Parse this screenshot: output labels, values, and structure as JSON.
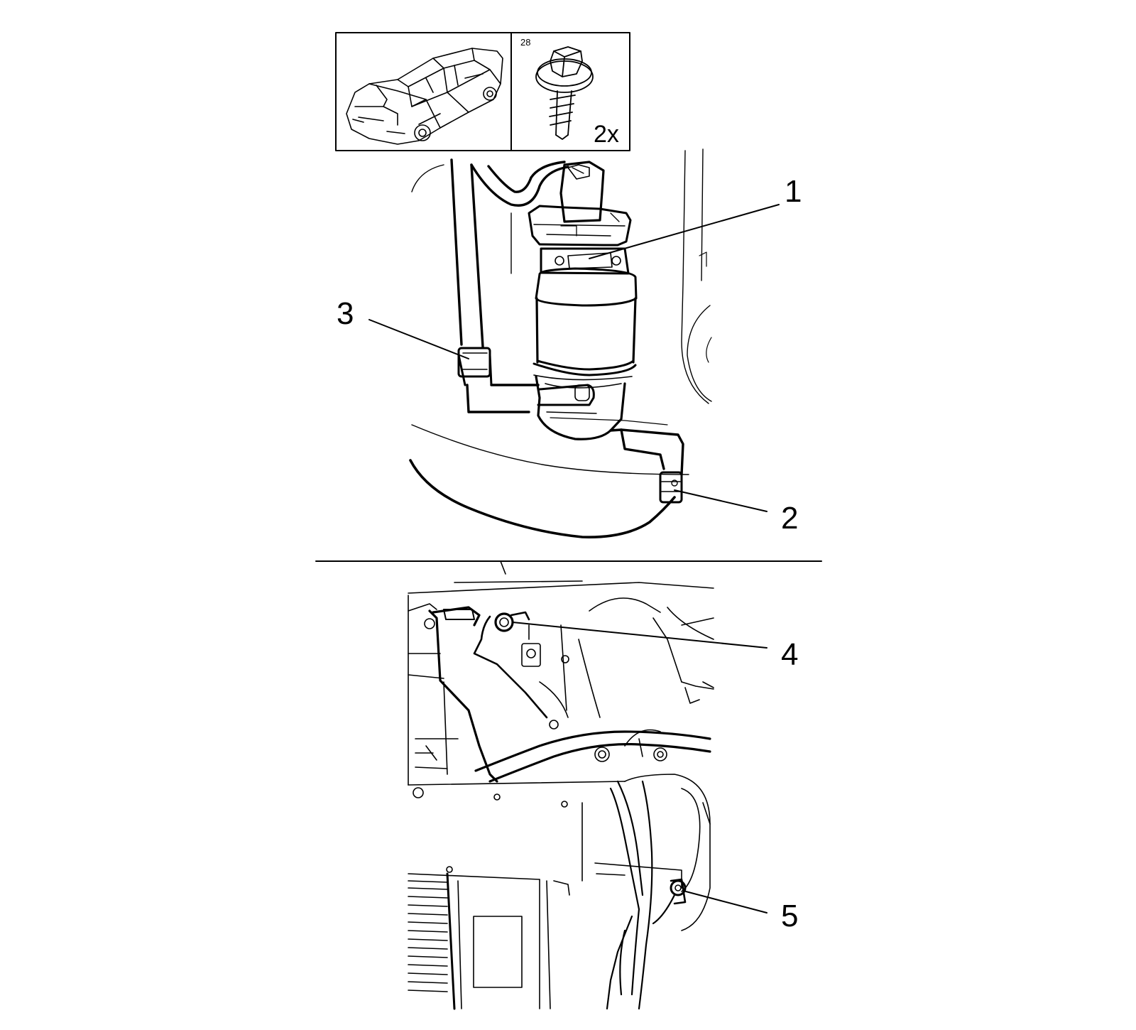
{
  "header": {
    "part_ref": "28",
    "quantity": "2x"
  },
  "callouts": {
    "c1": "1",
    "c2": "2",
    "c3": "3",
    "c4": "4",
    "c5": "5"
  },
  "colors": {
    "line": "#000000",
    "background": "#ffffff"
  },
  "icons": {
    "vehicle": "vehicle-body-icon",
    "fastener": "screw-washer-icon"
  }
}
